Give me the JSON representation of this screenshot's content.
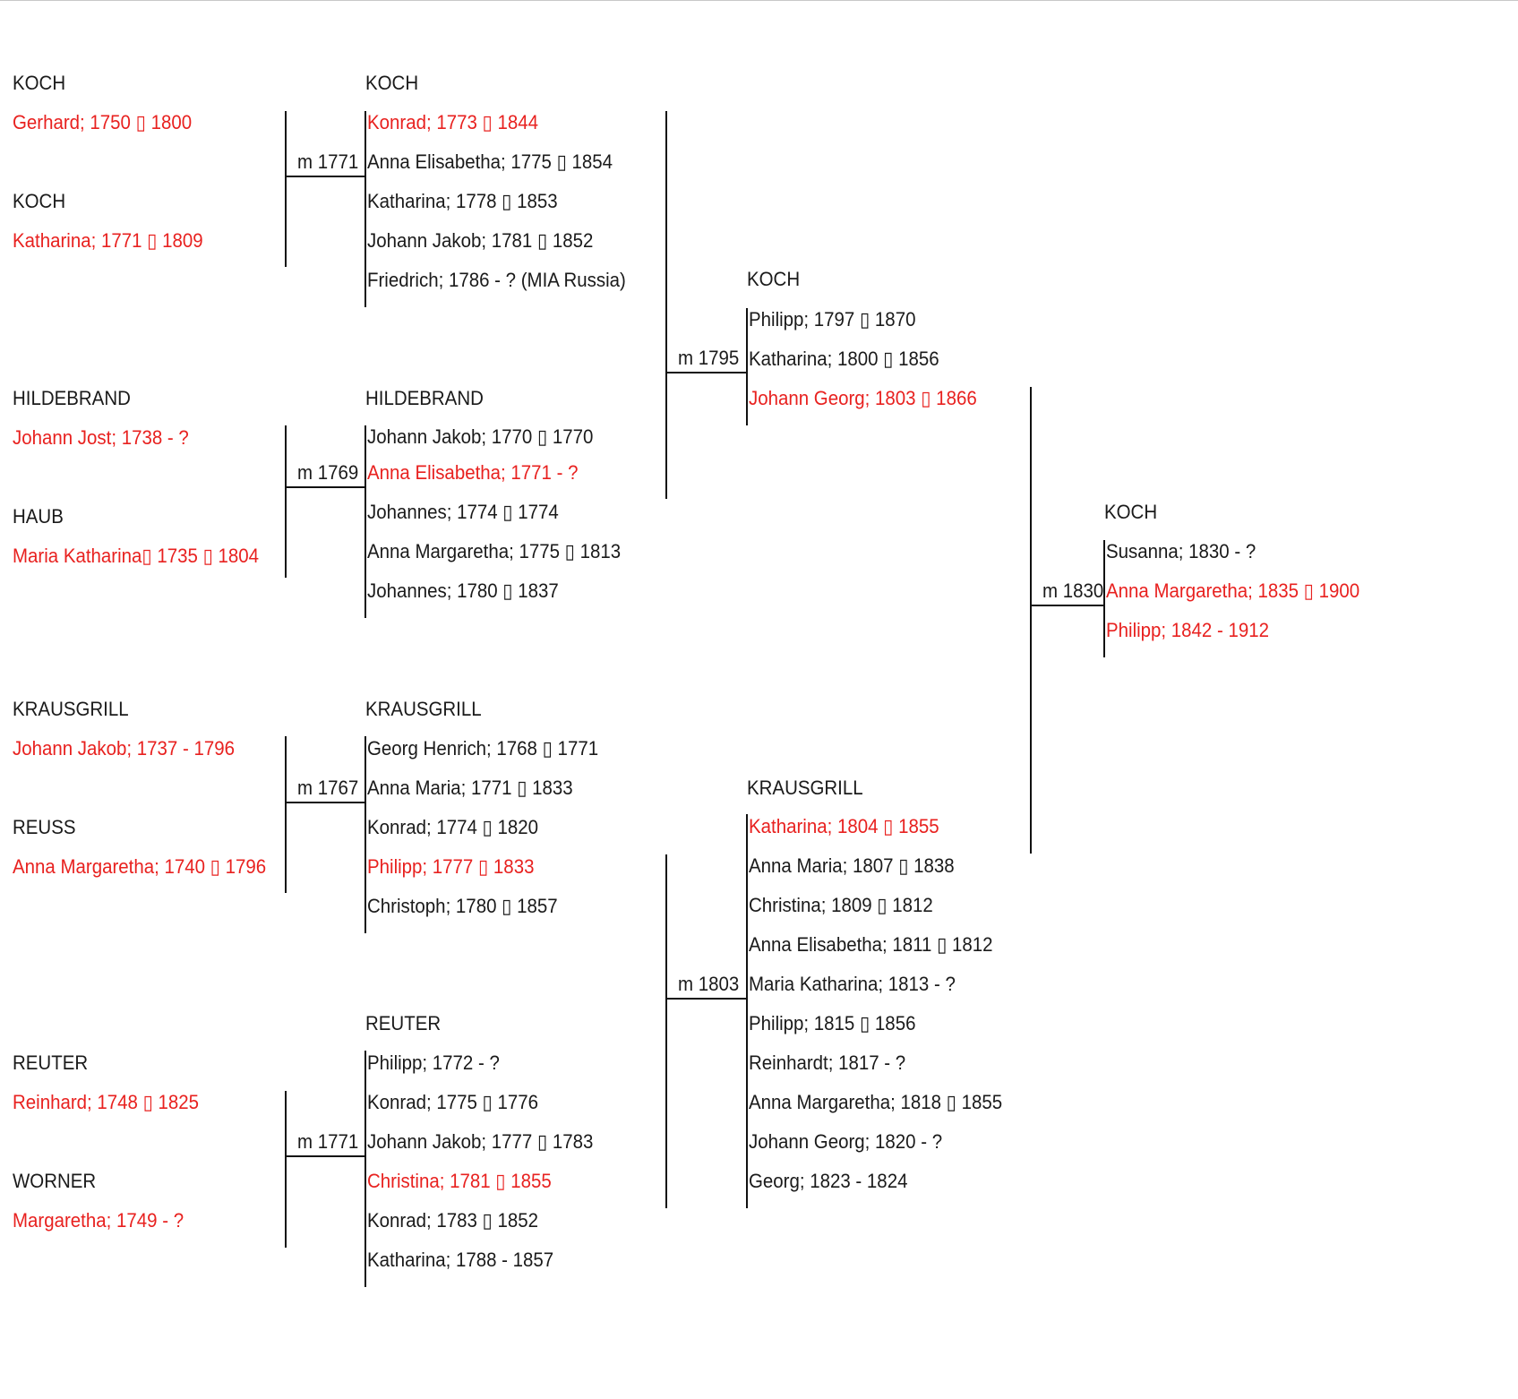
{
  "families": [
    {
      "id": "koch-1771",
      "col": 0,
      "row": 0,
      "marriage": "m 1771",
      "father": {
        "surname": "KOCH",
        "person": "Gerhard; 1750 ▯ 1800"
      },
      "mother": {
        "surname": "KOCH",
        "person": "Katharina; 1771 ▯ 1809"
      },
      "children_surname": "KOCH",
      "children": [
        {
          "text": "Konrad; 1773 ▯ 1844",
          "direct": true
        },
        {
          "text": "Anna Elisabetha; 1775 ▯ 1854",
          "direct": false
        },
        {
          "text": "Katharina; 1778 ▯ 1853",
          "direct": false
        },
        {
          "text": "Johann Jakob; 1781 ▯ 1852",
          "direct": false
        },
        {
          "text": "Friedrich; 1786 - ? (MIA Russia)",
          "direct": false
        }
      ]
    },
    {
      "id": "hildebrand-1769",
      "col": 0,
      "row": 1,
      "marriage": "m 1769",
      "father": {
        "surname": "HILDEBRAND",
        "person": "Johann Jost; 1738 - ?"
      },
      "mother": {
        "surname": "HAUB",
        "person": "Maria Katharina▯ 1735 ▯ 1804"
      },
      "children_surname": "HILDEBRAND",
      "children": [
        {
          "text": "Johann Jakob; 1770 ▯ 1770",
          "direct": false
        },
        {
          "text": "Anna Elisabetha; 1771 - ?",
          "direct": true
        },
        {
          "text": "Johannes; 1774 ▯ 1774",
          "direct": false
        },
        {
          "text": "Anna Margaretha; 1775 ▯ 1813",
          "direct": false
        },
        {
          "text": "Johannes; 1780 ▯ 1837",
          "direct": false
        }
      ]
    },
    {
      "id": "krausgrill-1767",
      "col": 0,
      "row": 2,
      "marriage": "m 1767",
      "father": {
        "surname": "KRAUSGRILL",
        "person": "Johann Jakob; 1737 - 1796"
      },
      "mother": {
        "surname": "REUSS",
        "person": "Anna Margaretha; 1740 ▯ 1796"
      },
      "children_surname": "KRAUSGRILL",
      "children": [
        {
          "text": "Georg Henrich; 1768 ▯ 1771",
          "direct": false
        },
        {
          "text": "Anna Maria; 1771 ▯ 1833",
          "direct": false
        },
        {
          "text": "Konrad; 1774 ▯ 1820",
          "direct": false
        },
        {
          "text": "Philipp; 1777 ▯ 1833",
          "direct": true
        },
        {
          "text": "Christoph; 1780 ▯ 1857",
          "direct": false
        }
      ]
    },
    {
      "id": "reuter-1771",
      "col": 0,
      "row": 3,
      "marriage": "m 1771",
      "father": {
        "surname": "REUTER",
        "person": "Reinhard; 1748 ▯ 1825"
      },
      "mother": {
        "surname": "WORNER",
        "person": "Margaretha; 1749 - ?"
      },
      "children_surname": "REUTER",
      "children": [
        {
          "text": "Philipp; 1772 - ?",
          "direct": false
        },
        {
          "text": "Konrad; 1775 ▯ 1776",
          "direct": false
        },
        {
          "text": "Johann Jakob; 1777 ▯ 1783",
          "direct": false
        },
        {
          "text": "Christina; 1781 ▯ 1855",
          "direct": true
        },
        {
          "text": "Konrad; 1783 ▯ 1852",
          "direct": false
        },
        {
          "text": "Katharina; 1788 - 1857",
          "direct": false
        }
      ]
    },
    {
      "id": "koch-1795",
      "col": 1,
      "row": 0,
      "marriage": "m 1795",
      "children_surname": "KOCH",
      "children": [
        {
          "text": "Philipp; 1797 ▯ 1870",
          "direct": false
        },
        {
          "text": "Katharina; 1800 ▯ 1856",
          "direct": false
        },
        {
          "text": "Johann Georg; 1803 ▯ 1866",
          "direct": true
        }
      ]
    },
    {
      "id": "krausgrill-1803",
      "col": 1,
      "row": 1,
      "marriage": "m 1803",
      "children_surname": "KRAUSGRILL",
      "children": [
        {
          "text": "Katharina; 1804 ▯ 1855",
          "direct": true
        },
        {
          "text": "Anna Maria; 1807 ▯ 1838",
          "direct": false
        },
        {
          "text": "Christina; 1809 ▯ 1812",
          "direct": false
        },
        {
          "text": "Anna Elisabetha; 1811 ▯ 1812",
          "direct": false
        },
        {
          "text": "Maria Katharina; 1813 - ?",
          "direct": false
        },
        {
          "text": "Philipp; 1815 ▯ 1856",
          "direct": false
        },
        {
          "text": "Reinhardt; 1817 - ?",
          "direct": false
        },
        {
          "text": "Anna Margaretha; 1818 ▯ 1855",
          "direct": false
        },
        {
          "text": "Johann Georg; 1820 - ?",
          "direct": false
        },
        {
          "text": "Georg; 1823 - 1824",
          "direct": false
        }
      ]
    },
    {
      "id": "koch-1830",
      "col": 2,
      "row": 0,
      "marriage": "m 1830",
      "children_surname": "KOCH",
      "children": [
        {
          "text": "Susanna; 1830 - ?",
          "direct": false
        },
        {
          "text": "Anna Margaretha; 1835 ▯ 1900",
          "direct": true
        },
        {
          "text": "Philipp; 1842 - 1912",
          "direct": true
        }
      ]
    }
  ],
  "colors": {
    "direct_line": "#e8211f",
    "other": "#1a1a1a",
    "lines": "#111111"
  }
}
